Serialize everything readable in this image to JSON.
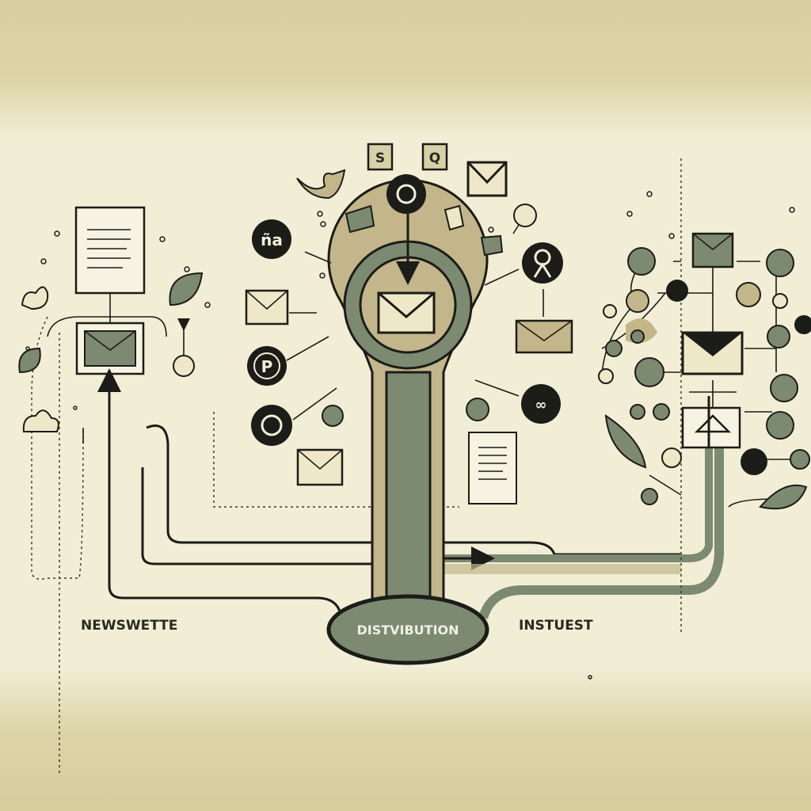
{
  "labels": {
    "left": "NEWSWETTE",
    "center": "DISTVIBUTION",
    "right": "INSTUEST"
  },
  "icon_glyphs": {
    "top_square_left": "S",
    "top_square_right": "Q",
    "left_badge": "ña",
    "p_badge": "P"
  },
  "colors": {
    "background": "#f4f0da",
    "band": "#d9d1a2",
    "sage": "#7c8a72",
    "khaki": "#c2b68a",
    "ink": "#1c1c18"
  }
}
